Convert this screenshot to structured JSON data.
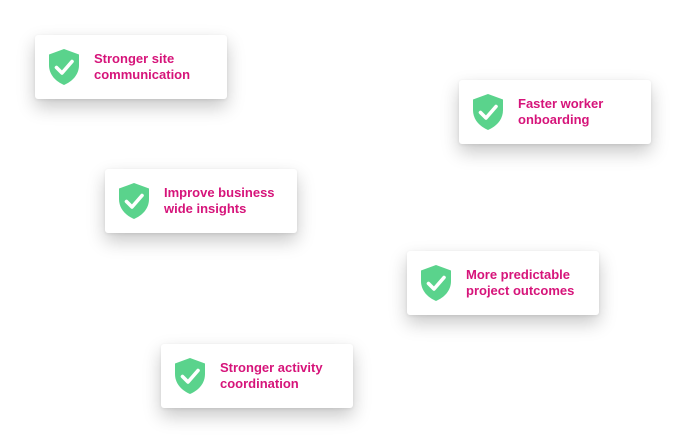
{
  "colors": {
    "accent_text": "#d6147a",
    "icon_fill": "#5ad38c",
    "check": "#ffffff"
  },
  "cards": [
    {
      "icon": "shield-check-icon",
      "label": "Stronger site communication"
    },
    {
      "icon": "shield-check-icon",
      "label": "Faster worker onboarding"
    },
    {
      "icon": "shield-check-icon",
      "label": "Improve business wide insights"
    },
    {
      "icon": "shield-check-icon",
      "label": "More predictable project outcomes"
    },
    {
      "icon": "shield-check-icon",
      "label": "Stronger activity coordination"
    }
  ]
}
